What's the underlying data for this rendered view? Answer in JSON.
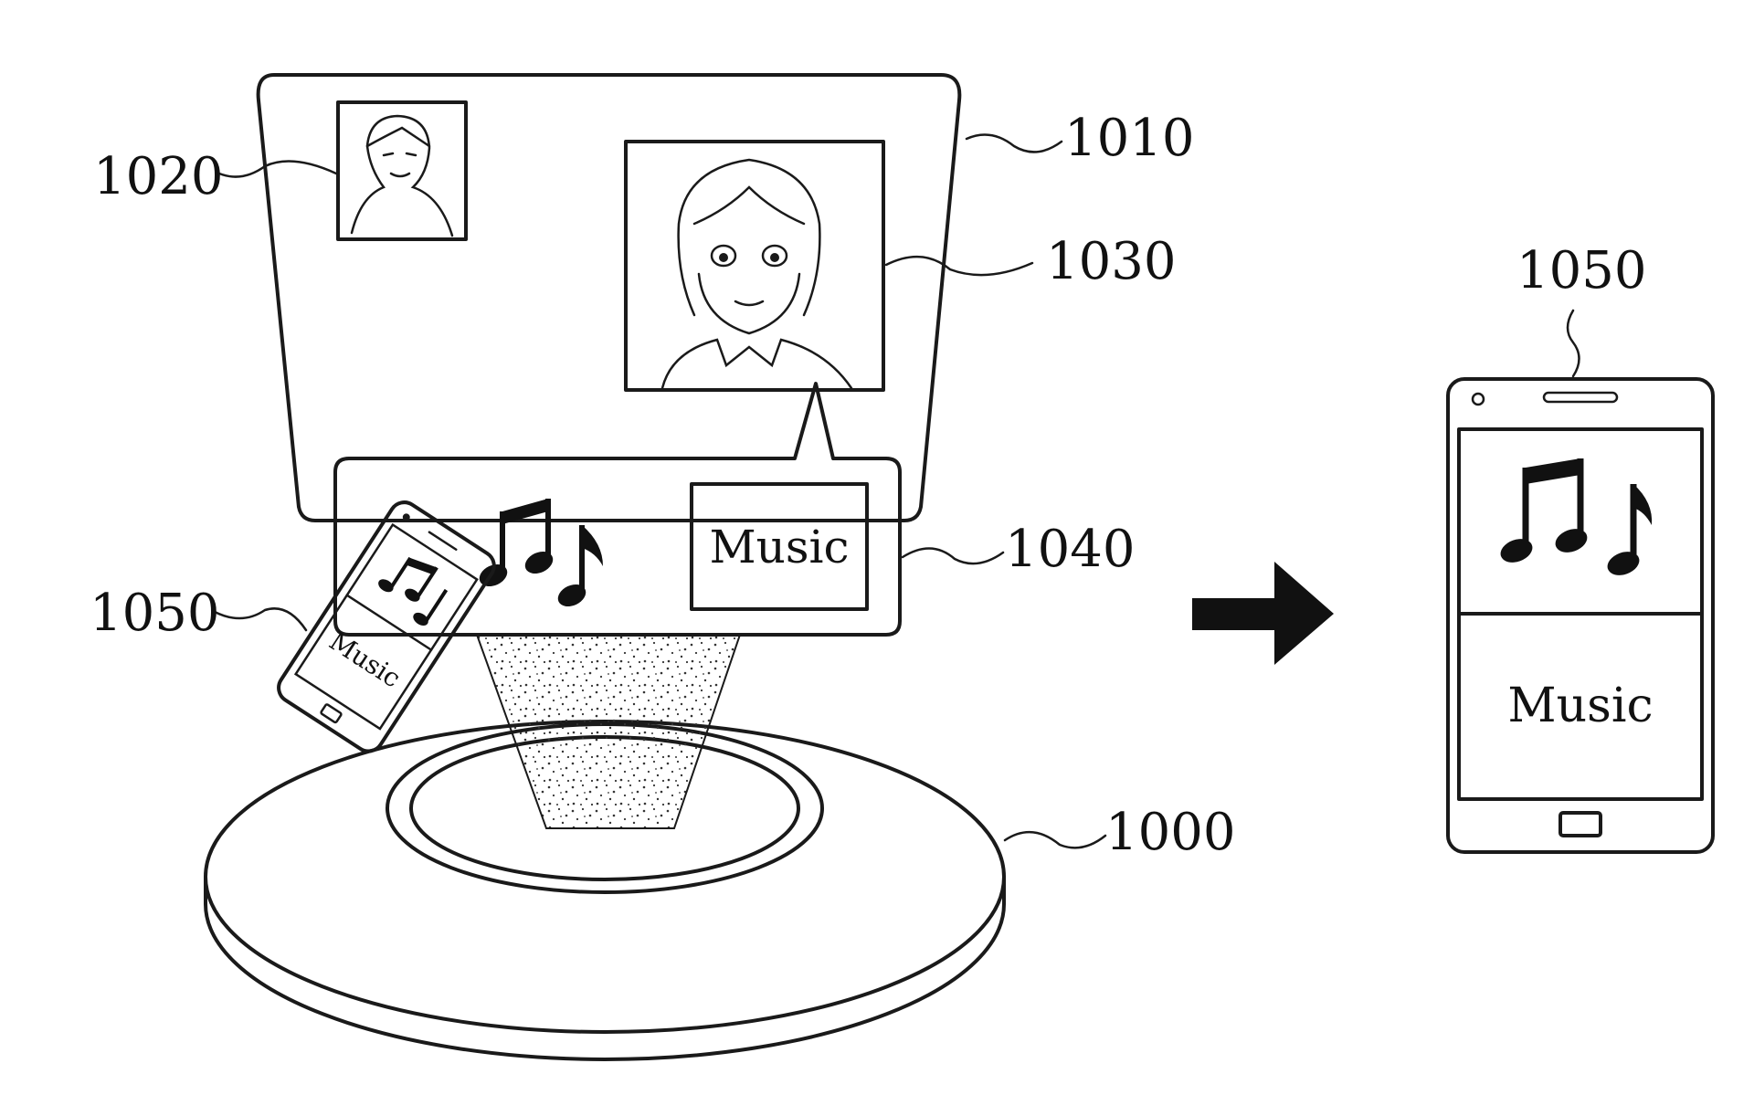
{
  "labels": {
    "base": "1000",
    "hologram_panel": "1010",
    "small_portrait": "1020",
    "large_portrait": "1030",
    "content_bubble": "1040",
    "phone_tilted": "1050",
    "phone_right": "1050"
  },
  "bubble": {
    "music_box_text": "Music",
    "music_icon": "music-notes-icon"
  },
  "phone_tilted": {
    "screen_text": "Music",
    "icon": "music-notes-icon"
  },
  "phone_right": {
    "screen_text": "Music",
    "icon": "music-notes-icon"
  },
  "arrow_icon": "arrow-right-icon"
}
